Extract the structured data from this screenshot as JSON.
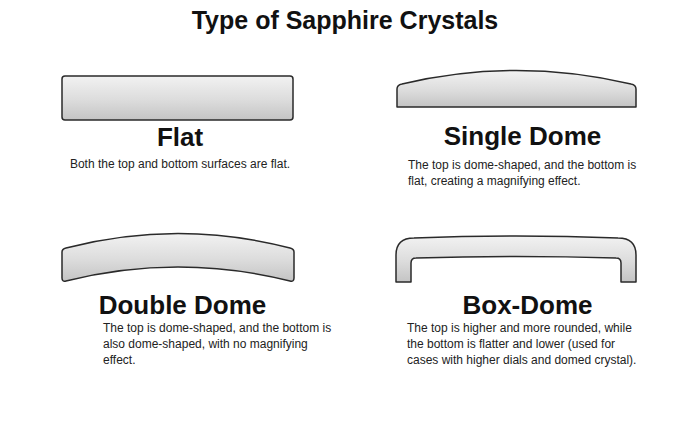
{
  "diagram": {
    "title": "Type of Sapphire Crystals",
    "nodes": [
      {
        "text": [
          "Flat",
          "Both the top and bottom surfaces are flat."
        ]
      },
      {
        "text": [
          "Single Dome",
          "The top is dome-shaped, and the bottom is flat, creating a magnifying effect."
        ]
      },
      {
        "text": [
          "Double Dome",
          "The top is dome-shaped, and the bottom is also dome-shaped, with no magnifying effect."
        ]
      },
      {
        "text": [
          "Box-Dome",
          "The top is higher and more rounded, while the bottom is flatter and lower (used for cases with higher dials and domed crystal)."
        ]
      }
    ]
  }
}
